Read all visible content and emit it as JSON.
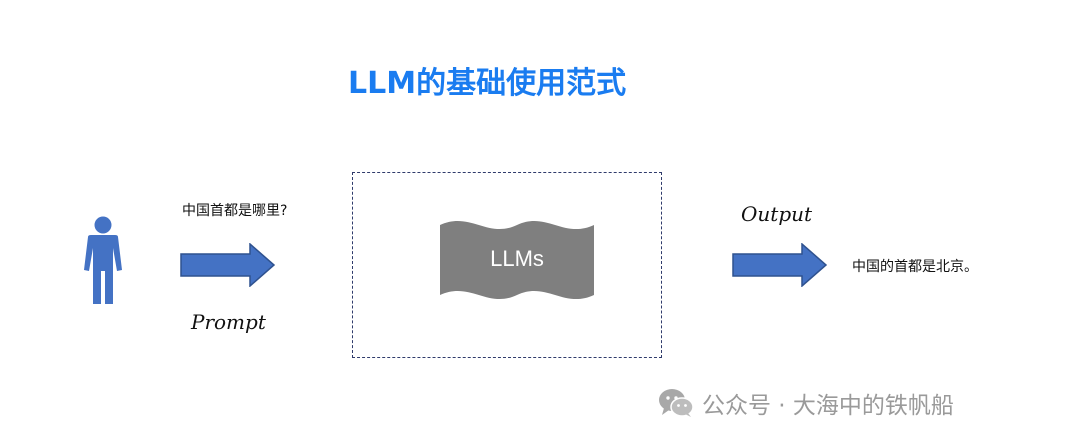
{
  "title": "LLM的基础使用范式",
  "prompt": {
    "question": "中国首都是哪里?",
    "label": "Prompt"
  },
  "model": {
    "label": "LLMs"
  },
  "output": {
    "label": "Output",
    "answer": "中国的首都是北京。"
  },
  "watermark": {
    "text": "公众号 · 大海中的铁帆船",
    "icon": "wechat-icon"
  },
  "colors": {
    "title": "#1a7cf0",
    "arrow_fill": "#4472c4",
    "arrow_stroke": "#2f528f",
    "person": "#4472c4",
    "model_shape": "#7f7f7f",
    "box_border": "#2f3b6b"
  }
}
